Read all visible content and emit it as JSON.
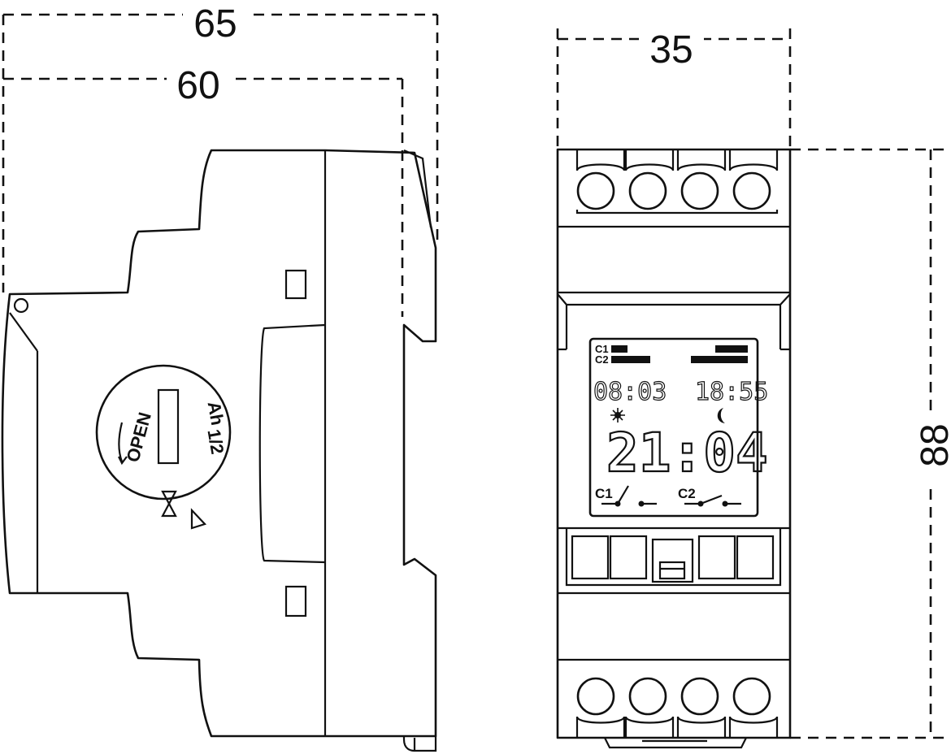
{
  "dimensions": {
    "overall_depth": "65",
    "mount_depth": "60",
    "width": "35",
    "height": "88"
  },
  "dial": {
    "open_label": "OPEN",
    "fraction_label": "1/2",
    "unit_label": "Ah"
  },
  "lcd": {
    "channel1_label": "C1",
    "channel2_label": "C2",
    "on_time": "08:03",
    "off_time": "18:55",
    "current_time": "21:04",
    "switch_c1_label": "C1",
    "switch_c2_label": "C2"
  }
}
